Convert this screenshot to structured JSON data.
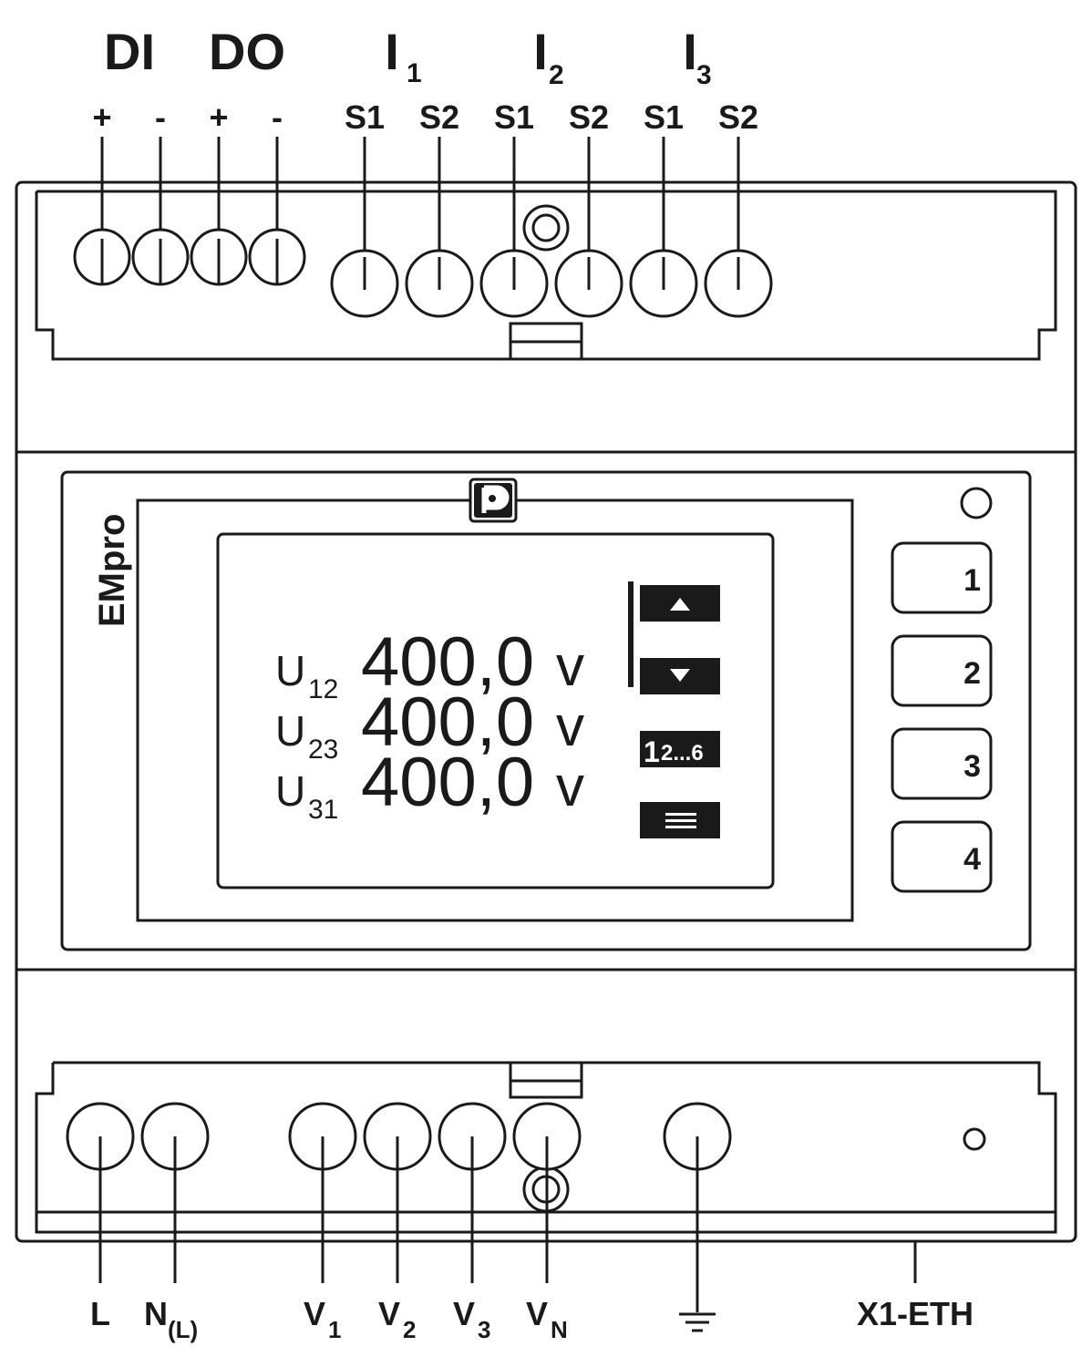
{
  "top": {
    "group_labels": {
      "di": "DI",
      "do": "DO",
      "i1_main": "I",
      "i1_sub": "1",
      "i2_main": "I",
      "i2_sub": "2",
      "i3_main": "I",
      "i3_sub": "3"
    },
    "terminals": [
      "+",
      "-",
      "+",
      "-",
      "S1",
      "S2",
      "S1",
      "S2",
      "S1",
      "S2"
    ]
  },
  "device": {
    "brand": "EMpro",
    "logo": "phoenix-contact-logo-icon",
    "display": {
      "rows": [
        {
          "label": "U",
          "sub": "12",
          "value": "400,0",
          "unit": "v"
        },
        {
          "label": "U",
          "sub": "23",
          "value": "400,0",
          "unit": "v"
        },
        {
          "label": "U",
          "sub": "31",
          "value": "400,0",
          "unit": "v"
        }
      ],
      "page_indicator_big": "1",
      "page_indicator_rest": "2...6",
      "up_icon": "triangle-up-icon",
      "down_icon": "triangle-down-icon",
      "menu_icon": "hamburger-menu-icon"
    },
    "buttons": [
      "1",
      "2",
      "3",
      "4"
    ]
  },
  "bottom": {
    "terminals": [
      {
        "main": "L",
        "sub": ""
      },
      {
        "main": "N",
        "sub": "(L)"
      },
      {
        "main": "V",
        "sub": "1"
      },
      {
        "main": "V",
        "sub": "2"
      },
      {
        "main": "V",
        "sub": "3"
      },
      {
        "main": "V",
        "sub": "N"
      }
    ],
    "ground_icon": "ground-symbol-icon",
    "eth_label": "X1-ETH"
  },
  "colors": {
    "ink": "#1a1a1a",
    "paper": "#ffffff"
  }
}
